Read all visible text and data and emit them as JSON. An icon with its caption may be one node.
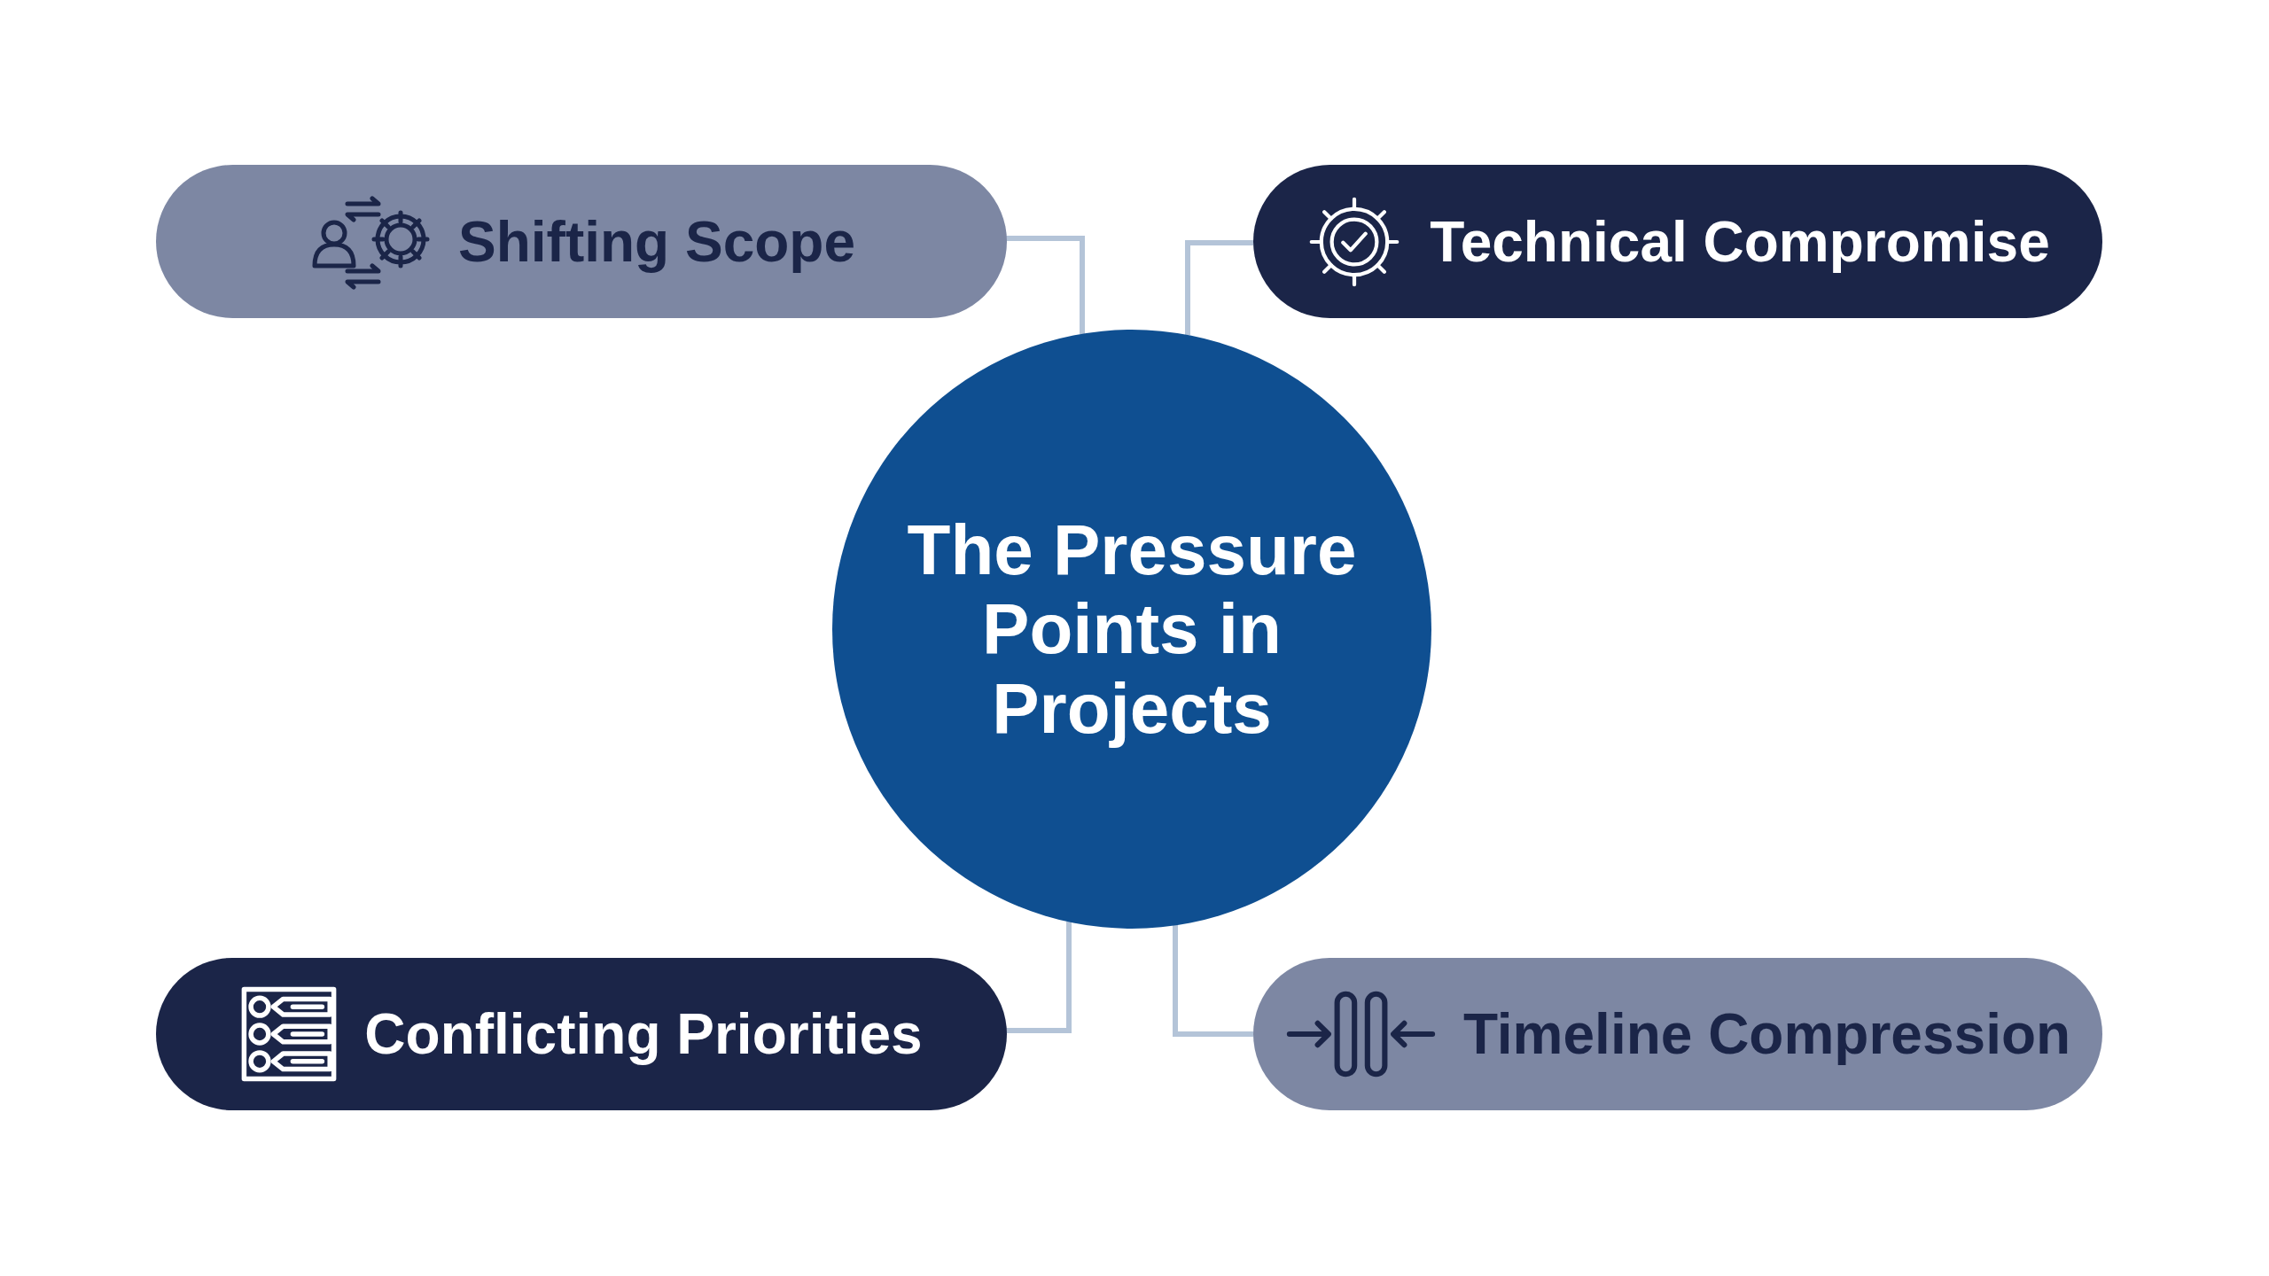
{
  "diagram": {
    "nodes": [
      {
        "text": [
          "Shifting Scope"
        ]
      },
      {
        "text": [
          "Technical Compromise"
        ]
      },
      {
        "text": [
          "The Pressure Points in Projects"
        ]
      },
      {
        "text": [
          "Conflicting Priorities"
        ]
      },
      {
        "text": [
          "Timeline Compression"
        ]
      }
    ],
    "edges": [
      {
        "from": 2,
        "to": 0,
        "arrow": "none"
      },
      {
        "from": 2,
        "to": 1,
        "arrow": "none"
      },
      {
        "from": 2,
        "to": 3,
        "arrow": "none"
      },
      {
        "from": 2,
        "to": 4,
        "arrow": "none"
      }
    ]
  }
}
